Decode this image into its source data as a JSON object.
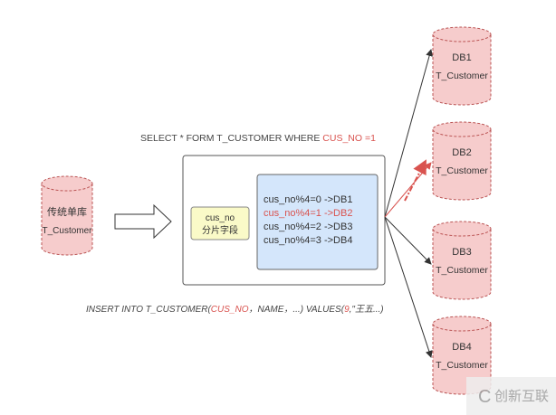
{
  "query_select": {
    "prefix": "SELECT * FORM T_CUSTOMER WHERE ",
    "highlight": "CUS_NO =1"
  },
  "query_insert": {
    "p1": "INSERT INTO T_CUSTOMER(",
    "h1": "CUS_NO",
    "p2": "，NAME，...) VALUES(",
    "h2": "9",
    "p3": ",\"王五...)"
  },
  "source_db": {
    "title": "传统单库",
    "table": "T_Customer"
  },
  "shard_key": {
    "field": "cus_no",
    "label": "分片字段"
  },
  "rules": [
    {
      "text": "cus_no%4=0 ->DB1",
      "highlight": false
    },
    {
      "text": "cus_no%4=1 ->DB2",
      "highlight": true
    },
    {
      "text": "cus_no%4=2 ->DB3",
      "highlight": false
    },
    {
      "text": "cus_no%4=3 ->DB4",
      "highlight": false
    }
  ],
  "target_dbs": [
    {
      "name": "DB1",
      "table": "T_Customer"
    },
    {
      "name": "DB2",
      "table": "T_Customer"
    },
    {
      "name": "DB3",
      "table": "T_Customer"
    },
    {
      "name": "DB4",
      "table": "T_Customer"
    }
  ],
  "watermark": "创新互联",
  "colors": {
    "highlight": "#d9534f",
    "db_fill": "#f6cccc",
    "rule_box": "#d4e6fb",
    "key_box": "#fafac8"
  }
}
